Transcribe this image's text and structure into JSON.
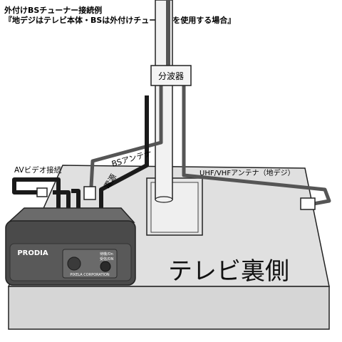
{
  "title": "外付けBSチューナー接続例",
  "subtitle": "『地デジはテレビ本体・BSは外付けチューナーを使用する場合』",
  "labels": {
    "splitter": "分波器",
    "bs_antenna": "BSアンテナ",
    "power": "電源",
    "av_video": "AVビデオ接続",
    "uhf_vhf": "UHF/VHFアンテナ（地デジ）",
    "tv_back": "テレビ裏側"
  },
  "device": {
    "brand": "PRODIA",
    "maker": "PIXELA CORPORATION",
    "button_label_1": "待機/On",
    "button_label_2": "受信/ON"
  },
  "colors": {
    "cable_black": "#1a1a1a",
    "cable_gray": "#555555",
    "tv_fill": "#dcdcdc",
    "tuner_body": "#4a4a4a",
    "tuner_panel": "#5c5c5c"
  }
}
